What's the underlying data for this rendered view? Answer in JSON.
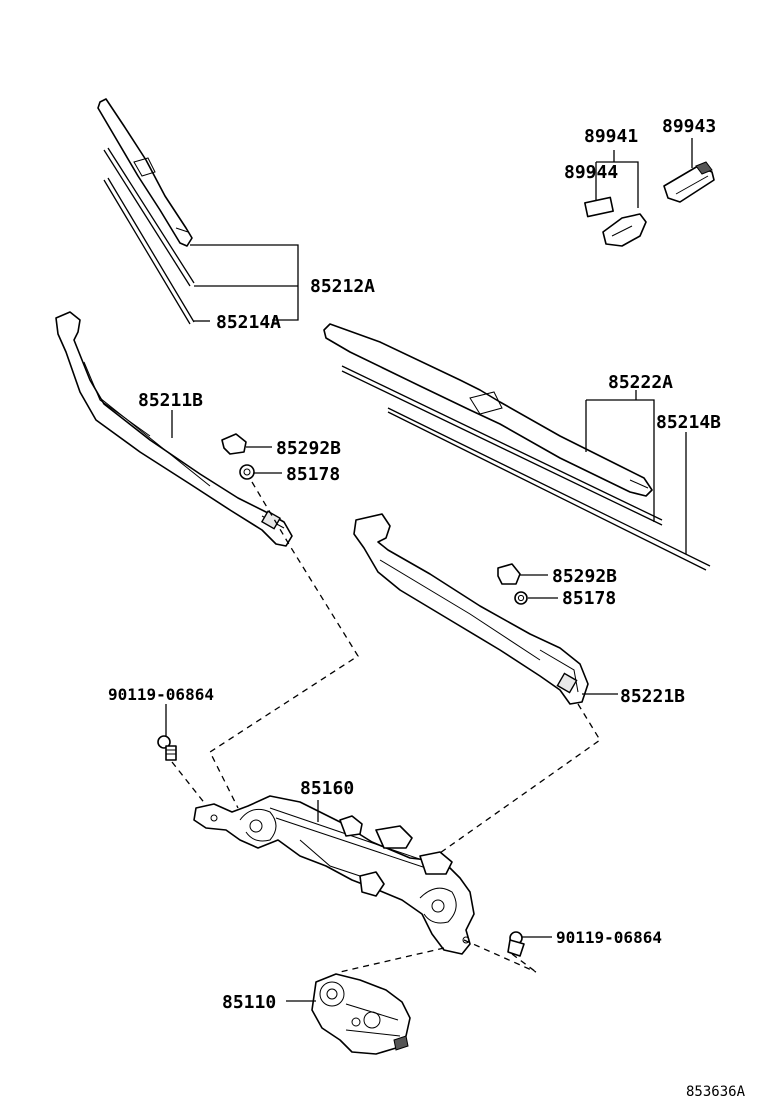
{
  "figure_code": "853636A",
  "callouts": {
    "p89941": "89941",
    "p89943": "89943",
    "p89944": "89944",
    "p85212A": "85212A",
    "p85214A": "85214A",
    "p85211B": "85211B",
    "p85292B_left": "85292B",
    "p85178_left": "85178",
    "p85222A": "85222A",
    "p85214B": "85214B",
    "p85292B_right": "85292B",
    "p85178_right": "85178",
    "p85221B": "85221B",
    "p90119_left": "90119-06864",
    "p85160": "85160",
    "p90119_right": "90119-06864",
    "p85110": "85110"
  }
}
